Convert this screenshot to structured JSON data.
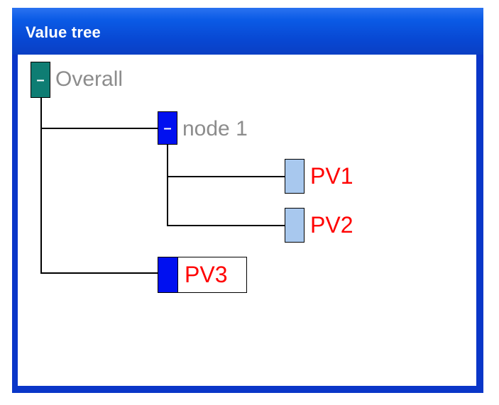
{
  "window": {
    "title": "Value tree"
  },
  "tree": {
    "root": {
      "label": "Overall",
      "toggle": "–",
      "color": "#0e7d73",
      "label_color": "#8c8c8c"
    },
    "node1": {
      "label": "node 1",
      "toggle": "–",
      "color": "#0010f0",
      "label_color": "#8c8c8c"
    },
    "pv1": {
      "label": "PV1",
      "color": "#a8c8ee",
      "label_color": "#ff0000"
    },
    "pv2": {
      "label": "PV2",
      "color": "#a8c8ee",
      "label_color": "#ff0000"
    },
    "pv3": {
      "label": "PV3",
      "color": "#0010f0",
      "label_color": "#ff0000"
    }
  },
  "colors": {
    "titlebar": "#0a47d2",
    "border": "#0a36c8"
  }
}
